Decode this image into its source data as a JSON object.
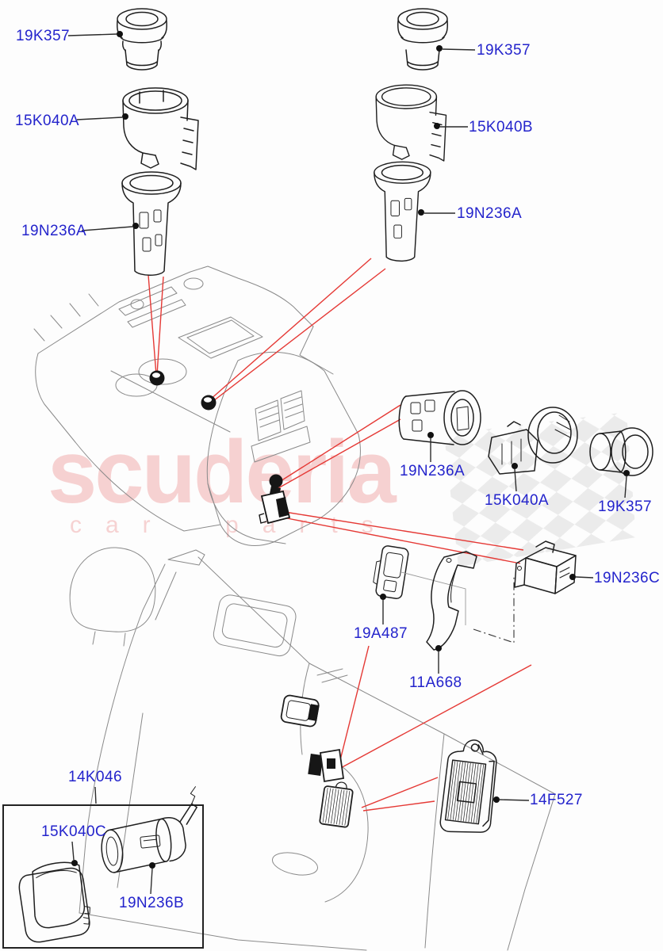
{
  "watermark": {
    "brand": "scuderia",
    "tagline": "car parts"
  },
  "callouts": {
    "front_left_cap": "19K357",
    "front_left_housing": "15K040A",
    "front_left_socket": "19N236A",
    "front_right_cap": "19K357",
    "front_right_housing": "15K040B",
    "front_right_socket": "19N236A",
    "rear_console_socket": "19N236A",
    "rear_console_housing": "15K040A",
    "rear_console_cap": "19K357",
    "aux_outlet": "19A487",
    "mount_bracket": "11A668",
    "rear_socket": "19N236C",
    "kit": "14K046",
    "kit_cover": "15K040C",
    "kit_plug": "19N236B",
    "power_module": "14F527"
  },
  "colors": {
    "label": "#2424cc",
    "leader_line": "#2b2b2b",
    "reference_line": "#e53935",
    "artwork": "#1f1f1f",
    "assembly": "#8a8a8a",
    "watermark_pink": "#ee9696",
    "watermark_checker": "#d9d9d9"
  }
}
